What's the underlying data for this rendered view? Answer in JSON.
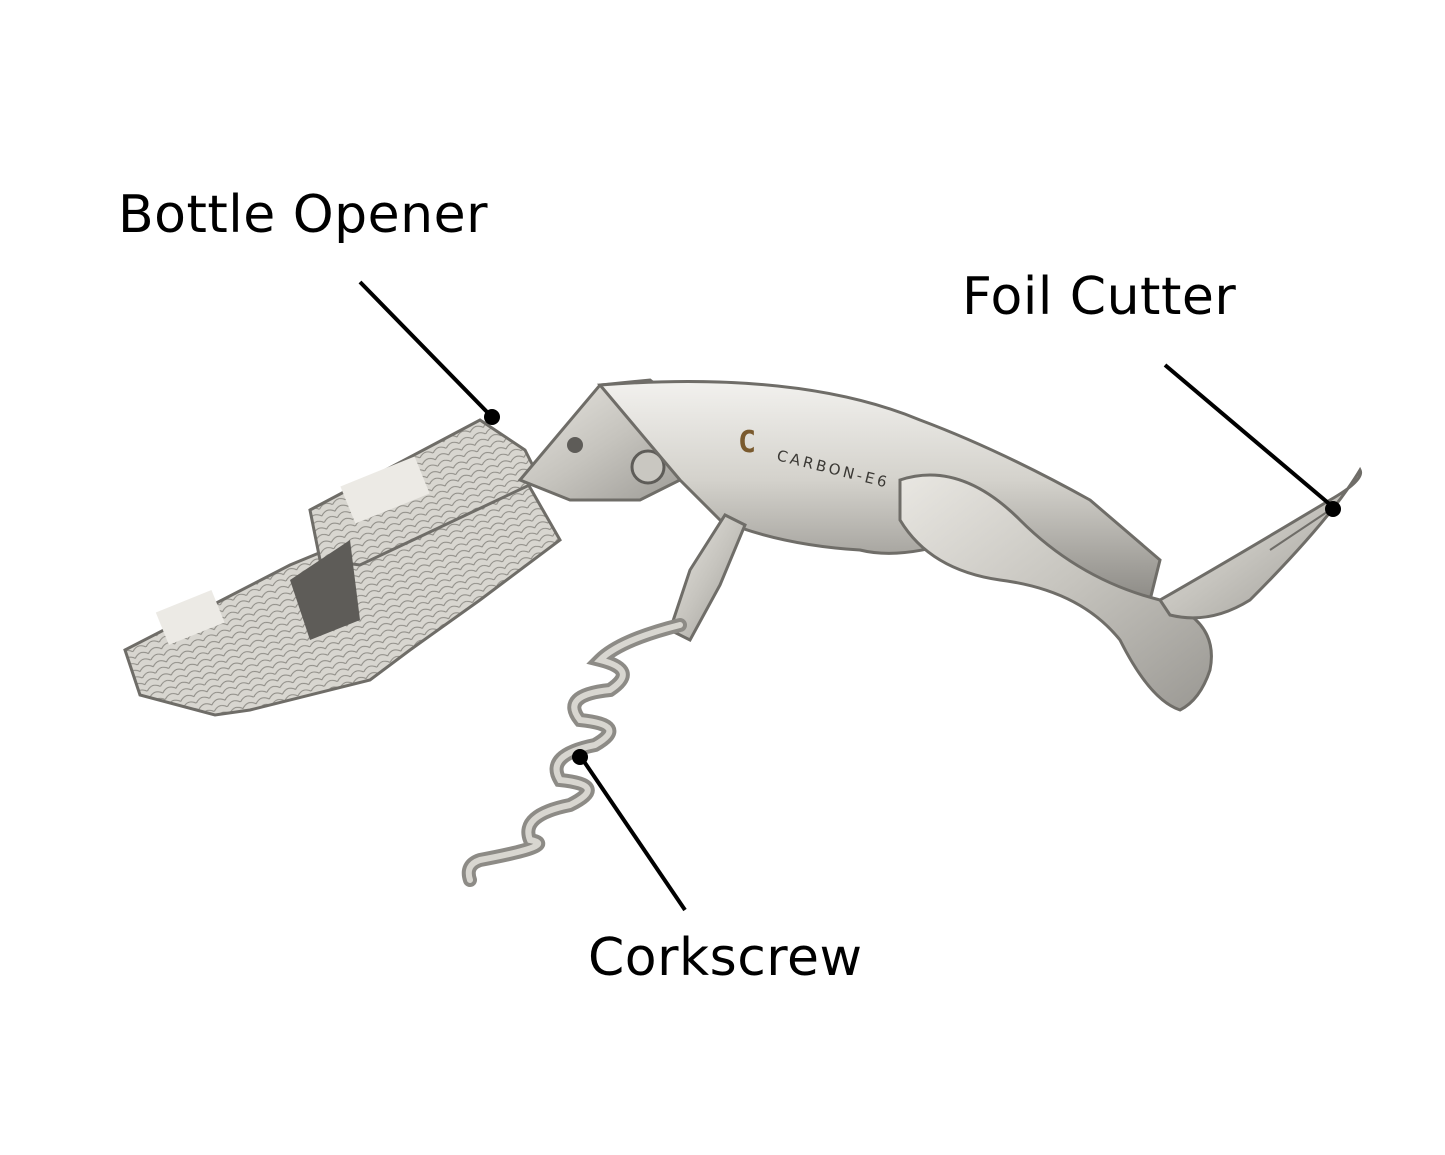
{
  "diagram": {
    "subject": "Waiter's corkscrew",
    "engraving": {
      "logo": "C",
      "brand": "CARBON-E6"
    },
    "callouts": [
      {
        "id": "bottle-opener",
        "label": "Bottle Opener"
      },
      {
        "id": "foil-cutter",
        "label": "Foil Cutter"
      },
      {
        "id": "corkscrew",
        "label": "Corkscrew"
      }
    ],
    "colors": {
      "background": "#ffffff",
      "text": "#000000",
      "leader": "#000000",
      "steel_light": "#e6e4df",
      "steel_mid": "#b9b7b1",
      "steel_dark": "#6f6d68",
      "engraving": "#7a5a2e"
    }
  }
}
